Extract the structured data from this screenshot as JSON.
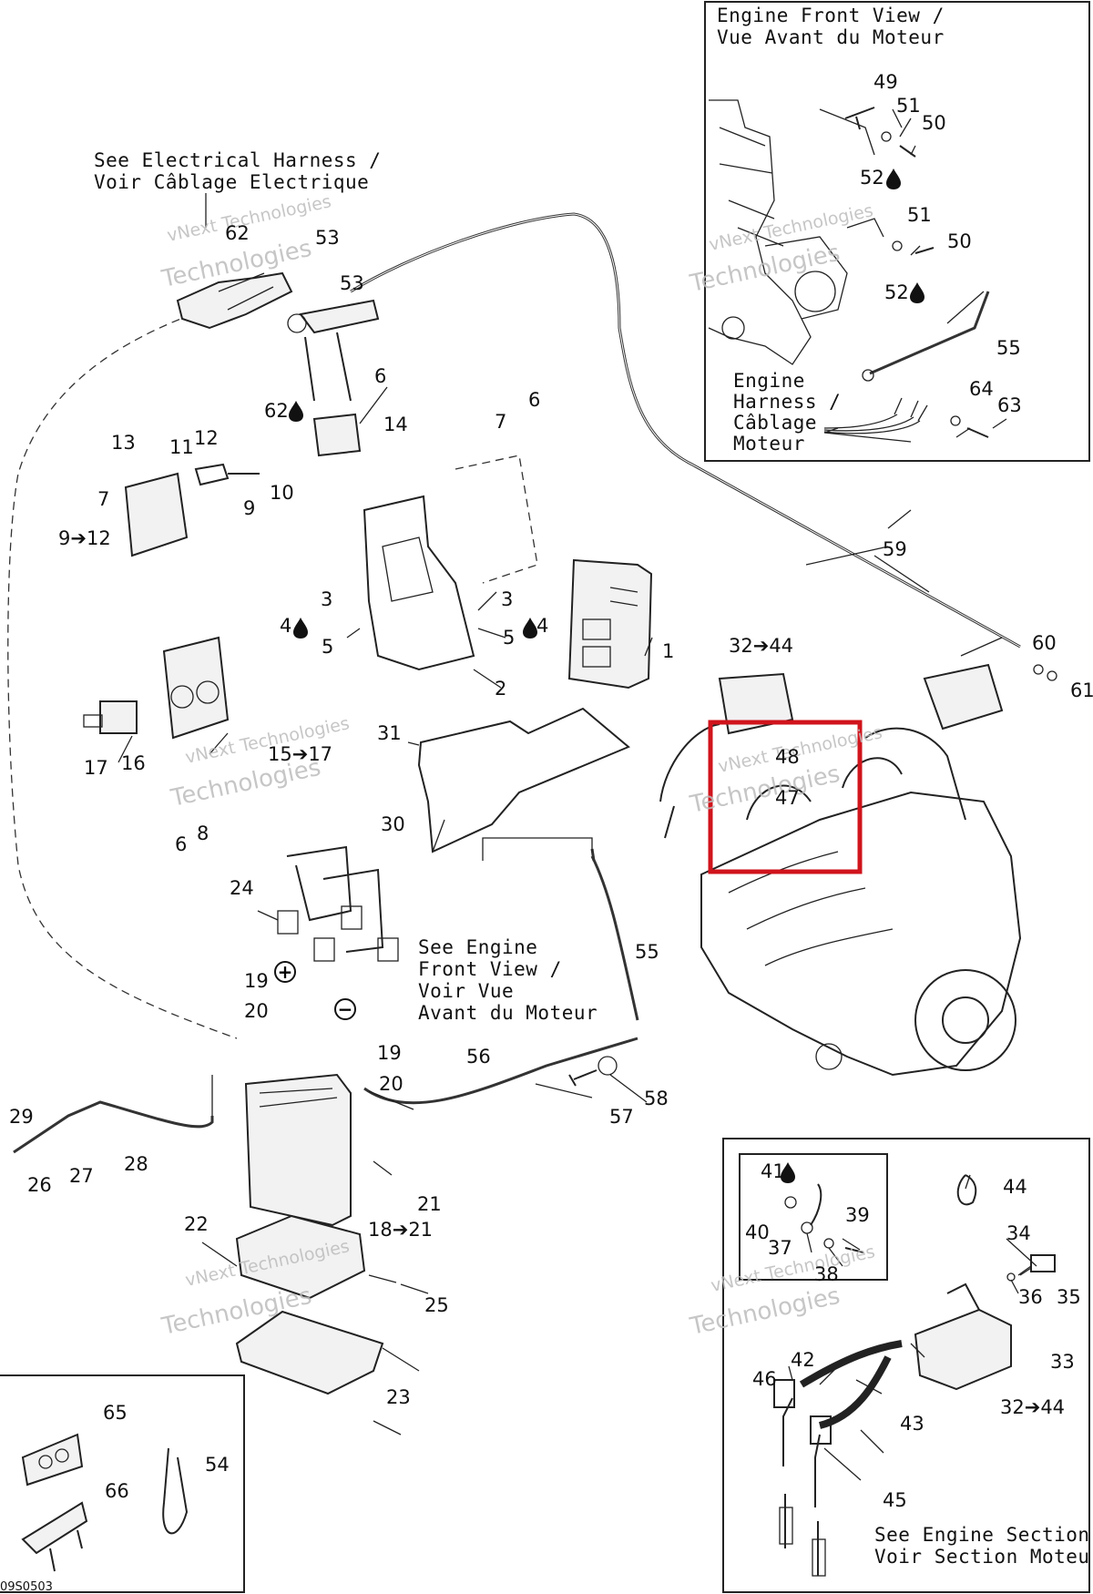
{
  "notes": {
    "engine_front_view": [
      "Engine Front View /",
      "Vue Avant du Moteur"
    ],
    "electrical_harness": [
      "See Electrical Harness /",
      "Voir Câblage Electrique"
    ],
    "engine_harness": [
      "Engine",
      "Harness /",
      "Câblage",
      "Moteur"
    ],
    "see_engine_front": [
      "See Engine",
      "Front View /",
      "Voir Vue",
      "Avant du Moteur"
    ],
    "see_engine_section": [
      "See Engine Section /",
      "Voir Section Moteur"
    ]
  },
  "figure_code": "09S0503",
  "watermark": [
    "vNext Technologies",
    "Technologies",
    "vNext"
  ],
  "highlight": {
    "color": "#d0141c"
  },
  "callouts": [
    "1",
    "2",
    "3",
    "3",
    "4",
    "4",
    "5",
    "5",
    "6",
    "6",
    "6",
    "7",
    "7",
    "8",
    "9",
    "9➔12",
    "10",
    "11",
    "12",
    "13",
    "14",
    "15➔17",
    "16",
    "17",
    "18➔21",
    "19",
    "19",
    "20",
    "20",
    "21",
    "22",
    "23",
    "24",
    "25",
    "26",
    "27",
    "28",
    "29",
    "30",
    "31",
    "32➔44",
    "32➔44",
    "33",
    "34",
    "35",
    "36",
    "37",
    "38",
    "39",
    "40",
    "41",
    "42",
    "43",
    "44",
    "45",
    "46",
    "47",
    "48",
    "49",
    "50",
    "50",
    "51",
    "51",
    "52",
    "52",
    "53",
    "53",
    "54",
    "55",
    "55",
    "56",
    "57",
    "58",
    "59",
    "60",
    "61",
    "62",
    "62",
    "63",
    "64",
    "65",
    "66"
  ],
  "symbols": {
    "positive": "+",
    "negative": "−",
    "drop": "💧"
  }
}
